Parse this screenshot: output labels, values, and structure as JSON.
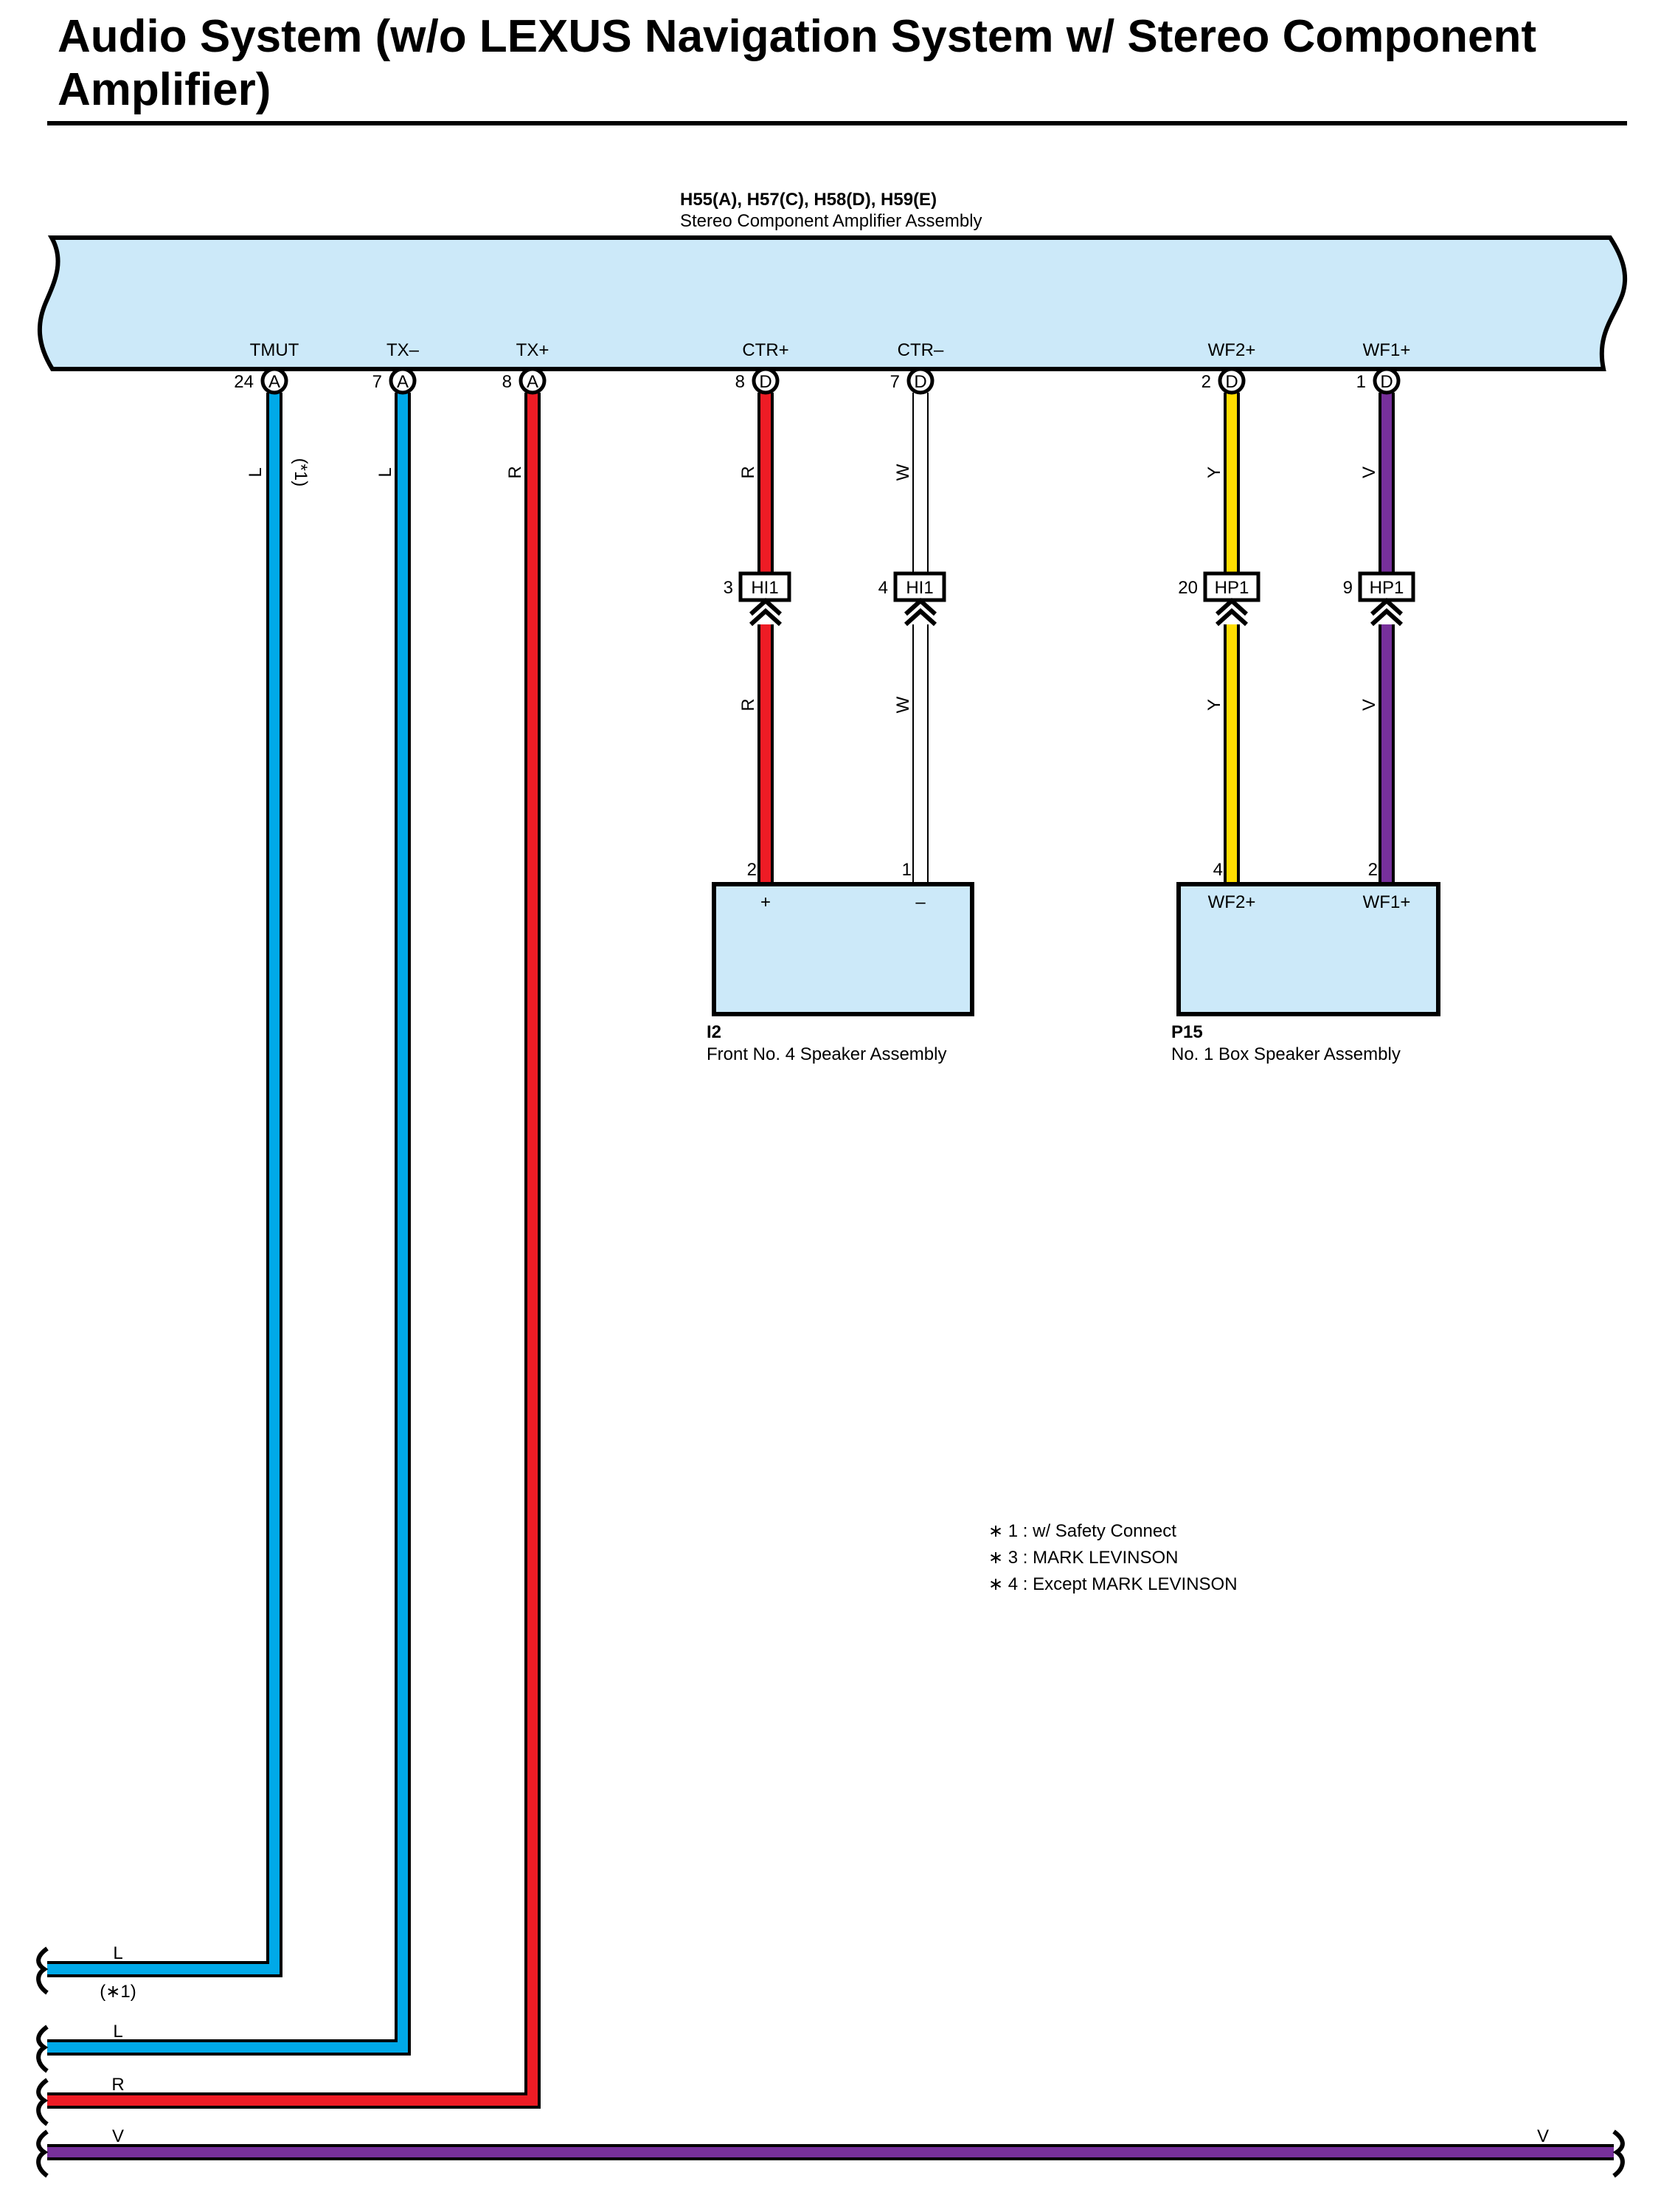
{
  "title": "Audio System (w/o LEXUS Navigation System w/ Stereo Component Amplifier)",
  "colors": {
    "component_fill": "#cce9f9",
    "wire_L": "#00a9e8",
    "wire_R": "#ee1c25",
    "wire_W": "#ffffff",
    "wire_Y": "#ffdd00",
    "wire_V": "#77309b"
  },
  "amplifier": {
    "connectors": "H55(A), H57(C), H58(D), H59(E)",
    "name": "Stereo Component Amplifier Assembly",
    "terminals": [
      {
        "name": "TMUT",
        "pin": "24",
        "conn": "A",
        "wire": "L",
        "note": "(*1)"
      },
      {
        "name": "TX–",
        "pin": "7",
        "conn": "A",
        "wire": "L"
      },
      {
        "name": "TX+",
        "pin": "8",
        "conn": "A",
        "wire": "R"
      },
      {
        "name": "CTR+",
        "pin": "8",
        "conn": "D",
        "wire": "R"
      },
      {
        "name": "CTR–",
        "pin": "7",
        "conn": "D",
        "wire": "W"
      },
      {
        "name": "WF2+",
        "pin": "2",
        "conn": "D",
        "wire": "Y"
      },
      {
        "name": "WF1+",
        "pin": "1",
        "conn": "D",
        "wire": "V"
      }
    ]
  },
  "junctions": [
    {
      "pin": "3",
      "id": "HI1",
      "wire_below": "R"
    },
    {
      "pin": "4",
      "id": "HI1",
      "wire_below": "W"
    },
    {
      "pin": "20",
      "id": "HP1",
      "wire_below": "Y"
    },
    {
      "pin": "9",
      "id": "HP1",
      "wire_below": "V"
    }
  ],
  "speaker_i2": {
    "code": "I2",
    "name": "Front No.  4 Speaker Assembly",
    "pins": [
      {
        "pin": "2",
        "label": "+"
      },
      {
        "pin": "1",
        "label": "–"
      }
    ]
  },
  "speaker_p15": {
    "code": "P15",
    "name": "No.  1 Box Speaker Assembly",
    "pins": [
      {
        "pin": "4",
        "label": "WF2+"
      },
      {
        "pin": "2",
        "label": "WF1+"
      }
    ]
  },
  "notes": [
    "∗ 1 : w/ Safety Connect",
    "∗ 3 : MARK LEVINSON",
    "∗ 4 : Except MARK LEVINSON"
  ],
  "bottom_wires": [
    {
      "code": "L",
      "note": "(∗1)"
    },
    {
      "code": "L"
    },
    {
      "code": "R"
    },
    {
      "code": "V",
      "code_right": "V"
    }
  ]
}
